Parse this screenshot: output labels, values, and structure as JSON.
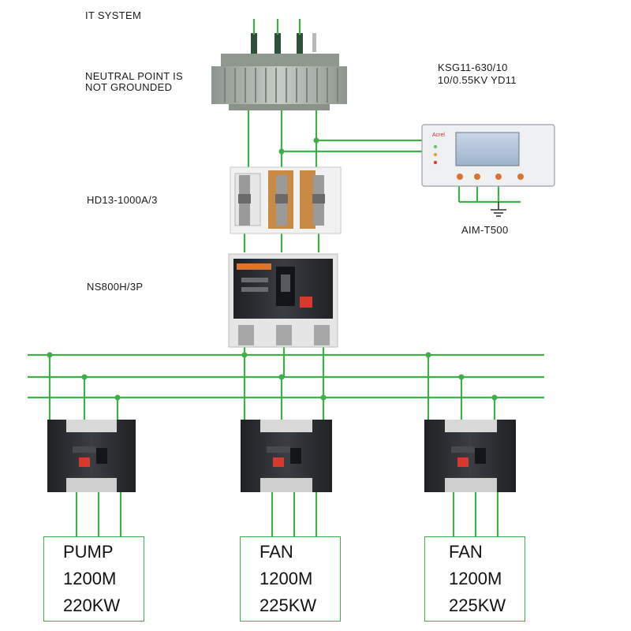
{
  "labels": {
    "system": "IT SYSTEM",
    "neutral_line1": "NEUTRAL POINT IS",
    "neutral_line2": "NOT GROUNDED",
    "transformer_model": "KSG11-630/10",
    "transformer_rating": "10/0.55KV YD11",
    "switch_model": "HD13-1000A/3",
    "main_breaker_model": "NS800H/3P",
    "monitor_model": "AIM-T500"
  },
  "monitor": {
    "brand": "Acrel",
    "screen_line1": "",
    "screen_line2": ""
  },
  "loads": [
    {
      "name": "PUMP",
      "distance": "1200M",
      "power": "220KW"
    },
    {
      "name": "FAN",
      "distance": "1200M",
      "power": "225KW"
    },
    {
      "name": "FAN",
      "distance": "1200M",
      "power": "225KW"
    }
  ],
  "colors": {
    "wire": "#3fae49",
    "breaker_body": "#2d2f33",
    "transformer": "#9aa39b",
    "switch_base": "#f1f1f1",
    "switch_blade": "#c98a45",
    "trip_button": "#d63a2f"
  }
}
